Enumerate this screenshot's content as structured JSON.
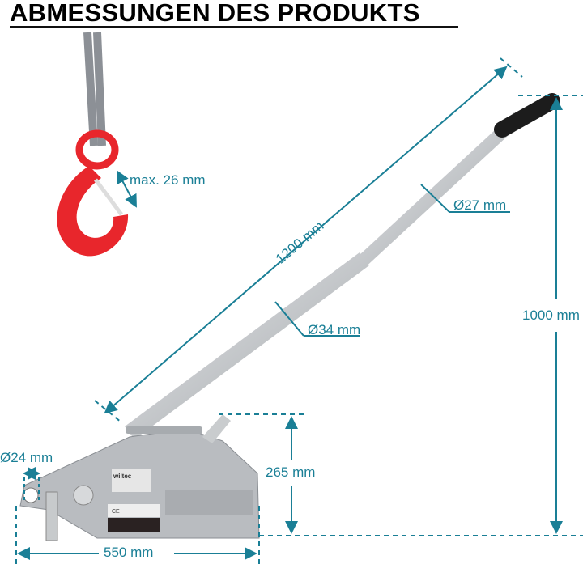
{
  "title": "ABMESSUNGEN DES PRODUKTS",
  "colors": {
    "dimension": "#1a7f96",
    "hook": "#e8262c",
    "body": "#b9bcc0",
    "grip": "#1c1c1c"
  },
  "dimensions": {
    "hook_opening": "max. 26 mm",
    "handle_length": "1200 mm",
    "handle_diameter_top": "Ø27 mm",
    "handle_diameter_bottom": "Ø34 mm",
    "total_height": "1000 mm",
    "body_height": "265 mm",
    "anchor_diameter": "Ø24 mm",
    "body_length": "550 mm"
  },
  "product": {
    "brand": "wiltec",
    "ce_mark": "CE"
  }
}
